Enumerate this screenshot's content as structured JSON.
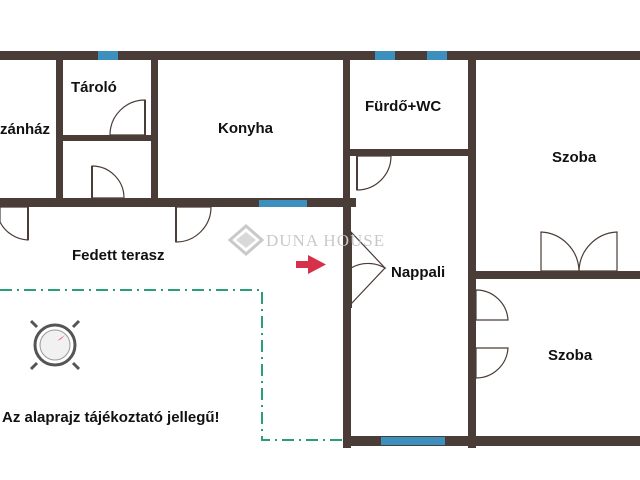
{
  "rooms": {
    "kamra_partial": "zánház",
    "taroló": "Tároló",
    "konyha": "Konyha",
    "furdo": "Fürdő+WC",
    "szoba_top": "Szoba",
    "fedett_terasz": "Fedett terasz",
    "nappali": "Nappali",
    "szoba_bottom": "Szoba"
  },
  "note": "Az alaprajz tájékoztató jellegű!",
  "watermark": "DUNA HOUSE",
  "colors": {
    "wall": "#4a3c36",
    "window": "#3d8fbd",
    "dashed_boundary": "#2a9d7a",
    "arrow": "#d6304a",
    "watermark": "#c9c9c9"
  },
  "icons": {
    "compass": "compass-icon",
    "arrow": "arrow-right-icon",
    "logo": "duna-house-logo"
  }
}
